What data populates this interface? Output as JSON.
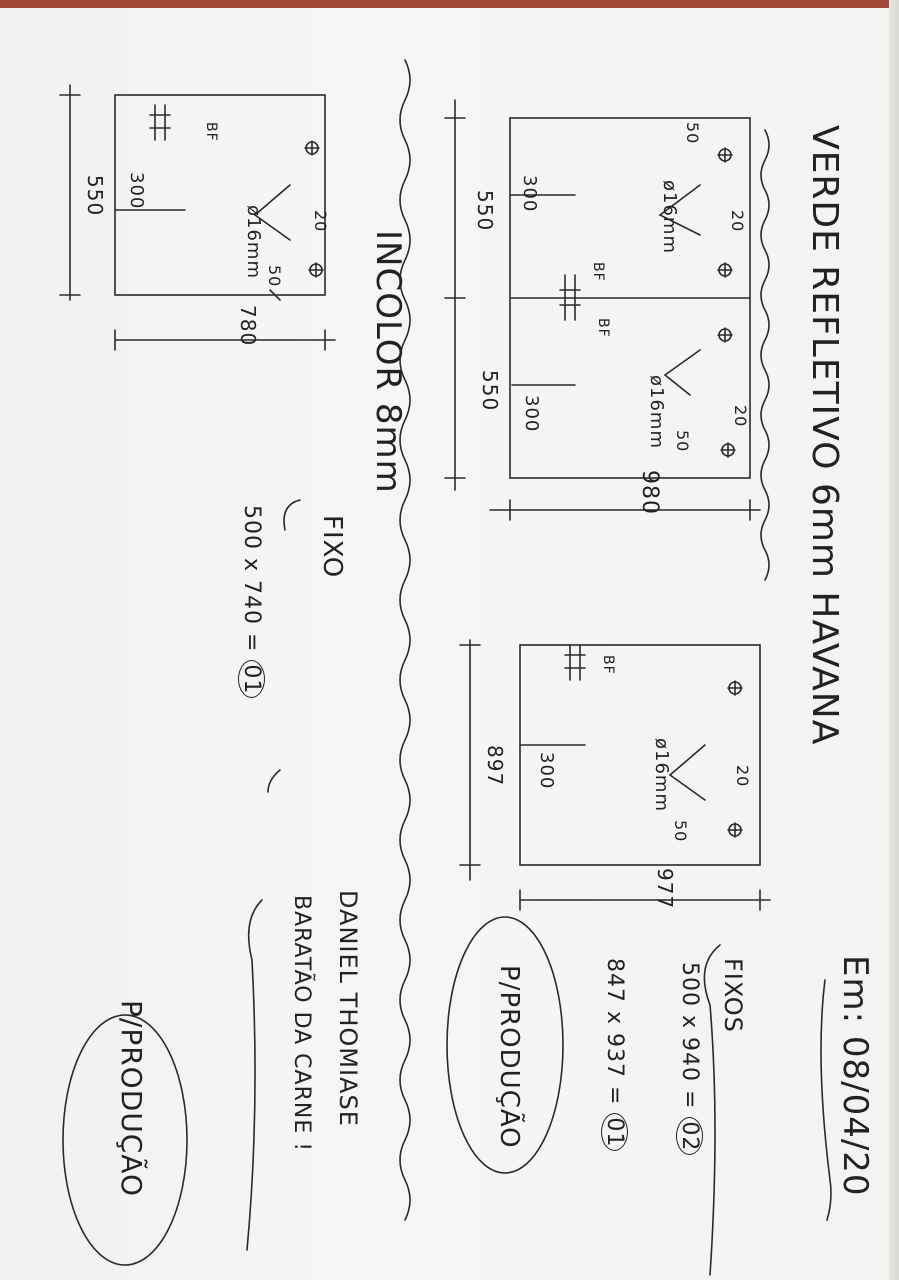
{
  "header": {
    "title": "VERDE REFLETIVO 6mm HAVANA",
    "date": "Em: 08/04/20"
  },
  "pieces": {
    "p1": {
      "width": "980",
      "height_left": "550",
      "height_right": "550",
      "dim_300_a": "300",
      "dim_300_b": "300",
      "offset_a": "50",
      "offset_b": "50",
      "offset_c": "20",
      "offset_d": "20",
      "hole_a": "ø16mm",
      "hole_b": "ø16mm",
      "bf_a": "BF",
      "bf_b": "BF"
    },
    "p2": {
      "width": "977",
      "height": "897",
      "dim_300": "300",
      "offset_a": "20",
      "offset_b": "50",
      "hole": "ø16mm",
      "bf": "BF"
    },
    "p3": {
      "width": "780",
      "height": "550",
      "dim_300": "300",
      "offset_a": "20",
      "offset_b": "50",
      "hole": "ø16mm",
      "bf": "BF"
    }
  },
  "fixed_list": {
    "label": "FIXOS",
    "line1": "500 x 940 =",
    "line1_qty": "02",
    "line2": "847 x 937 =",
    "line2_qty": "01"
  },
  "incolor": {
    "title": "INCOLOR 8mm",
    "label": "FIXO",
    "line1": "500 x 740 =",
    "line1_qty": "01"
  },
  "client": {
    "name": "DANIEL THOMIASE",
    "place": "BARATÃO DA CARNE !"
  },
  "stamps": {
    "production_a": "P/PRODUÇÃO",
    "production_b": "P/PRODUÇÃO"
  }
}
